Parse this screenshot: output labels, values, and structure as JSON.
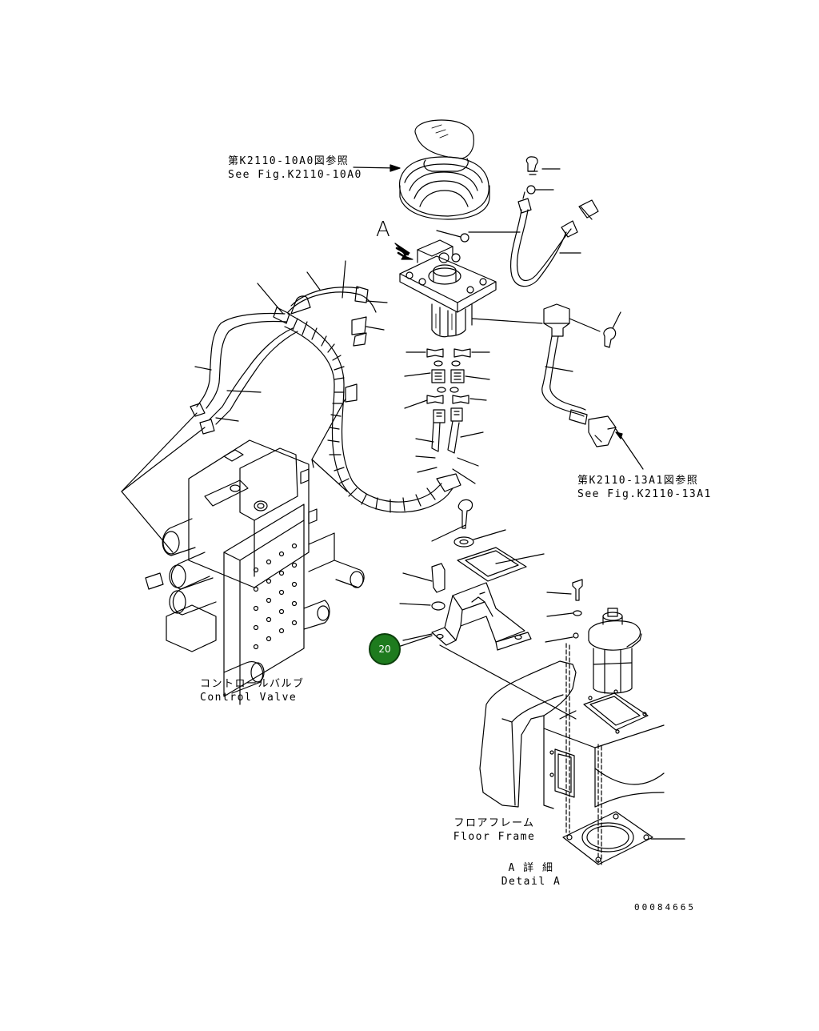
{
  "labels": {
    "fig_k2110_10a0": {
      "jp": "第K2110-10A0図参照",
      "en": "See Fig.K2110-10A0"
    },
    "fig_k2110_13a1": {
      "jp": "第K2110-13A1図参照",
      "en": "See Fig.K2110-13A1"
    },
    "control_valve": {
      "jp": "コントロールバルブ",
      "en": "Control Valve"
    },
    "floor_frame": {
      "jp": "フロアフレーム",
      "en": "Floor Frame"
    },
    "detail_a": {
      "jp": "A 詳 細",
      "en": "Detail A"
    },
    "view_marker": "A"
  },
  "callouts": [
    {
      "id": "20",
      "label": "20",
      "color": "#1e7b1e"
    }
  ],
  "drawing_number": "00084665"
}
